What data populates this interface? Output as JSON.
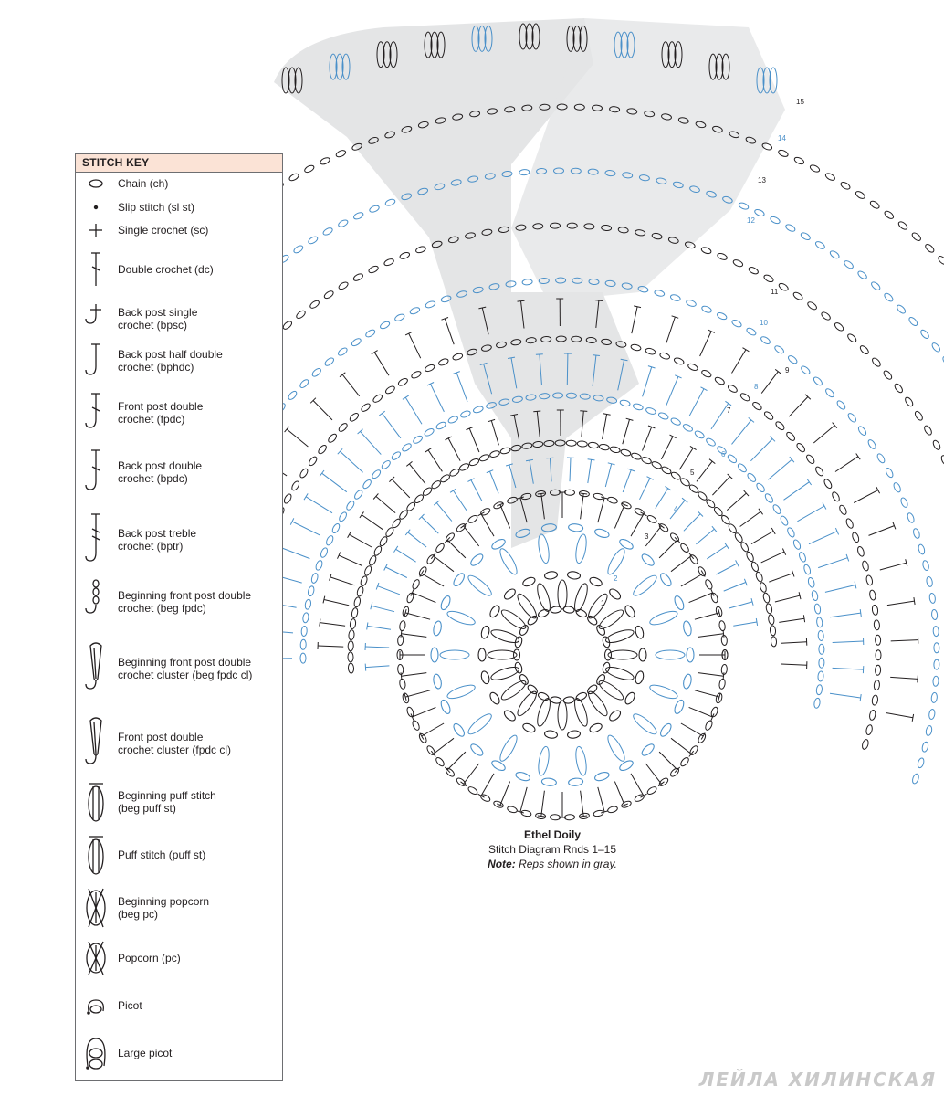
{
  "stitch_key": {
    "title": "STITCH KEY",
    "items": [
      {
        "icon": "chain-icon",
        "label": "Chain (ch)"
      },
      {
        "icon": "slip-stitch-icon",
        "label": "Slip stitch (sl st)"
      },
      {
        "icon": "single-crochet-icon",
        "label": "Single crochet (sc)"
      },
      {
        "icon": "double-crochet-icon",
        "label": "Double crochet (dc)"
      },
      {
        "icon": "back-post-single-crochet-icon",
        "label": "Back post single\ncrochet (bpsc)"
      },
      {
        "icon": "back-post-half-double-crochet-icon",
        "label": "Back post half double\ncrochet (bphdc)"
      },
      {
        "icon": "front-post-double-crochet-icon",
        "label": "Front post double\ncrochet (fpdc)"
      },
      {
        "icon": "back-post-double-crochet-icon",
        "label": "Back post double\ncrochet (bpdc)"
      },
      {
        "icon": "back-post-treble-crochet-icon",
        "label": "Back post treble\ncrochet (bptr)"
      },
      {
        "icon": "beginning-front-post-double-crochet-icon",
        "label": "Beginning front post double\ncrochet (beg fpdc)"
      },
      {
        "icon": "beginning-fpdc-cluster-icon",
        "label": "Beginning front post double\ncrochet cluster (beg fpdc cl)"
      },
      {
        "icon": "fpdc-cluster-icon",
        "label": "Front post double\ncrochet cluster (fpdc cl)"
      },
      {
        "icon": "beginning-puff-stitch-icon",
        "label": "Beginning puff stitch\n(beg puff st)"
      },
      {
        "icon": "puff-stitch-icon",
        "label": "Puff stitch (puff st)"
      },
      {
        "icon": "beginning-popcorn-icon",
        "label": "Beginning popcorn\n(beg pc)"
      },
      {
        "icon": "popcorn-icon",
        "label": "Popcorn (pc)"
      },
      {
        "icon": "picot-icon",
        "label": "Picot"
      },
      {
        "icon": "large-picot-icon",
        "label": "Large picot"
      }
    ]
  },
  "caption": {
    "title": "Ethel Doily",
    "subtitle": "Stitch Diagram Rnds 1–15",
    "note_label": "Note:",
    "note_text": "Reps shown in gray."
  },
  "round_labels": [
    "1",
    "2",
    "3",
    "4",
    "5",
    "6",
    "7",
    "8",
    "9",
    "10",
    "11",
    "12",
    "13",
    "14",
    "15"
  ],
  "watermark": "ЛЕЙЛА ХИЛИНСКАЯ",
  "colors": {
    "ink": "#231f20",
    "blue": "#4a90c9",
    "gray_rep": "#e4e5e6",
    "key_header": "#fbe3d6"
  }
}
